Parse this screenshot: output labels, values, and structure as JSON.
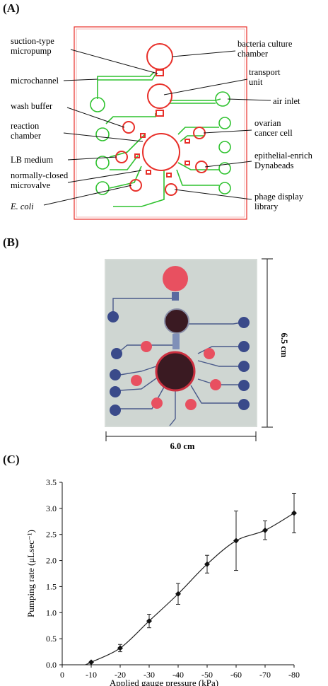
{
  "panels": {
    "a": "(A)",
    "b": "(B)",
    "c": "(C)"
  },
  "schematic": {
    "labels": {
      "suction_pump_1": "suction-type",
      "suction_pump_2": "micropump",
      "microchannel": "microchannel",
      "wash_buffer": "wash buffer",
      "reaction_chamber_1": "reaction",
      "reaction_chamber_2": "chamber",
      "lb_medium": "LB medium",
      "valve_1": "normally-closed",
      "valve_2": "microvalve",
      "ecoli": "E. coli",
      "bacteria_chamber_1": "bacteria culture",
      "bacteria_chamber_2": "chamber",
      "transport_1": "transport",
      "transport_2": "unit",
      "air_inlet": "air inlet",
      "ovarian_1": "ovarian",
      "ovarian_2": "cancer cell",
      "epithelial_1": "epithelial-enrich",
      "epithelial_2": "Dynabeads",
      "phage_1": "phage display",
      "phage_2": "library"
    },
    "colors": {
      "chamber": "#e8302a",
      "channel": "#2fc22f",
      "frame": "#e8302a"
    }
  },
  "photo": {
    "dim_height": "6.5 cm",
    "dim_width": "6.0 cm",
    "colors": {
      "background": "#d6dcd8",
      "blue_well": "#3a4a8a",
      "red_well": "#e85060",
      "dark_chamber": "#3a1a22"
    }
  },
  "chart_data": {
    "type": "scatter",
    "title": "",
    "xlabel": "Applied gauge pressure (kPa)",
    "ylabel": "Pumping rate (μLsec⁻¹)",
    "x_ticks": [
      "0",
      "-10",
      "-20",
      "-30",
      "-40",
      "-50",
      "-60",
      "-70",
      "-80"
    ],
    "y_ticks": [
      "0.0",
      "0.5",
      "1.0",
      "1.5",
      "2.0",
      "2.5",
      "3.0",
      "3.5"
    ],
    "xlim": [
      0,
      -80
    ],
    "ylim": [
      0,
      3.5
    ],
    "series": [
      {
        "x": [
          -10,
          -20,
          -30,
          -40,
          -50,
          -60,
          -70,
          -80
        ],
        "y": [
          0.05,
          0.32,
          0.84,
          1.36,
          1.93,
          2.38,
          2.58,
          2.91
        ],
        "err": [
          0.0,
          0.07,
          0.13,
          0.2,
          0.17,
          0.57,
          0.18,
          0.38
        ]
      }
    ],
    "trend": "smooth sigmoid fit",
    "marker": "diamond",
    "grid": false
  }
}
